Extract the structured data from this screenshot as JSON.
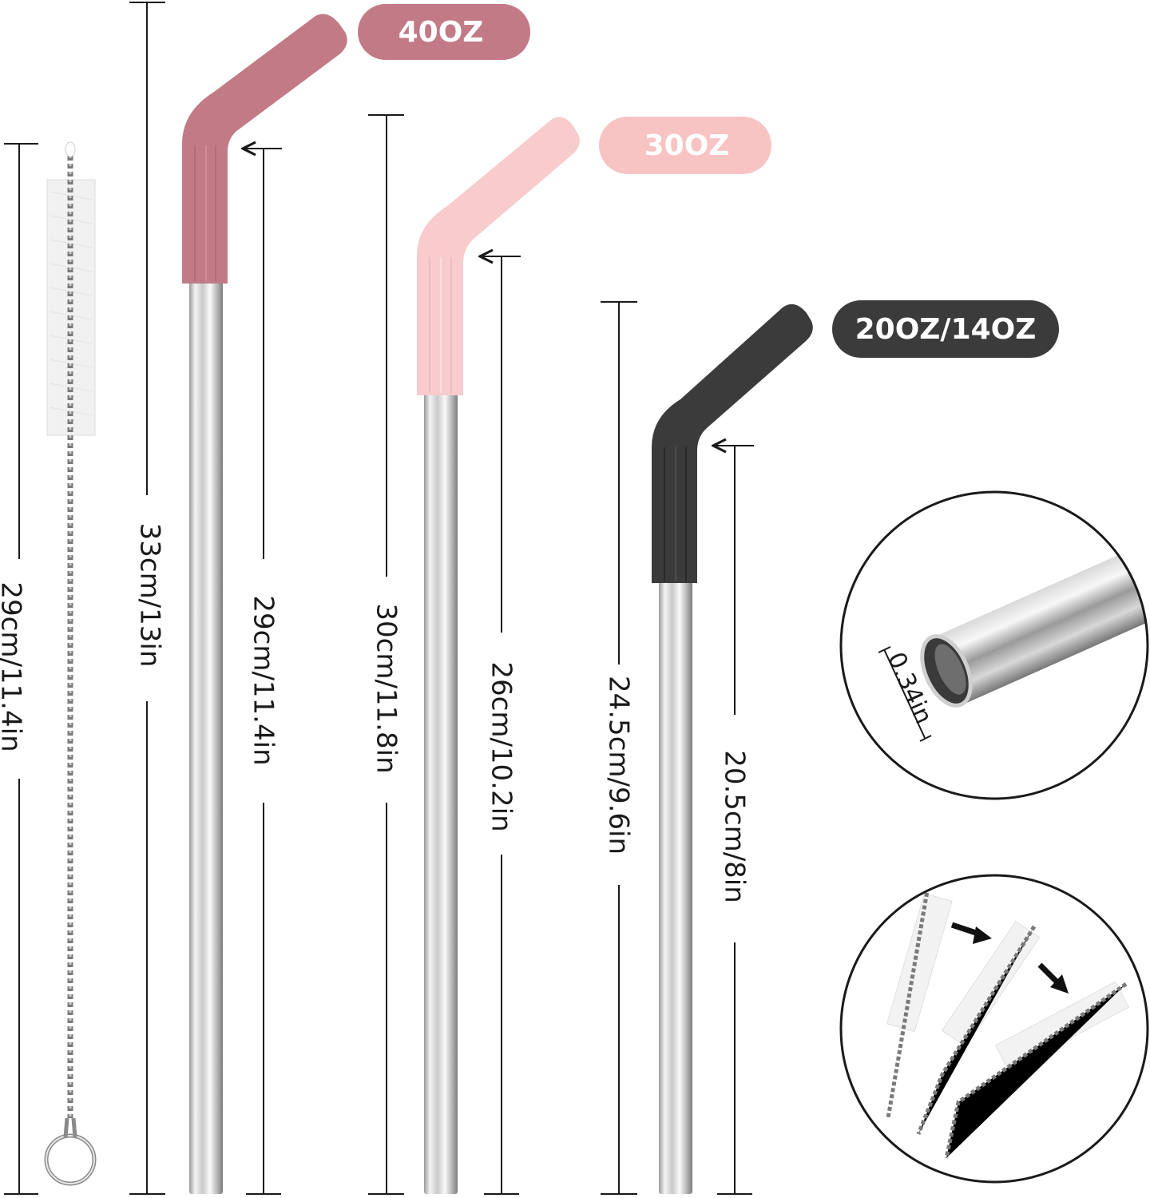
{
  "colors": {
    "rose": "#c27a86",
    "pink": "#f8cccc",
    "black": "#3b3b3b",
    "steel_light": "#f2f2f2",
    "steel_dark": "#8c8c8c",
    "ink": "#1a1a1a"
  },
  "labels": {
    "size_40": "40OZ",
    "size_30": "30OZ",
    "size_20": "20OZ/14OZ",
    "brush_len": "29cm/11.4in",
    "straw40_total": "33cm/13in",
    "straw40_metal": "29cm/11.4in",
    "straw30_total": "30cm/11.8in",
    "straw30_metal": "26cm/10.2in",
    "straw20_total": "24.5cm/9.6in",
    "straw20_metal": "20.5cm/8in",
    "diameter": "0.34in"
  },
  "icons": {
    "arrow": "arrow-icon"
  }
}
